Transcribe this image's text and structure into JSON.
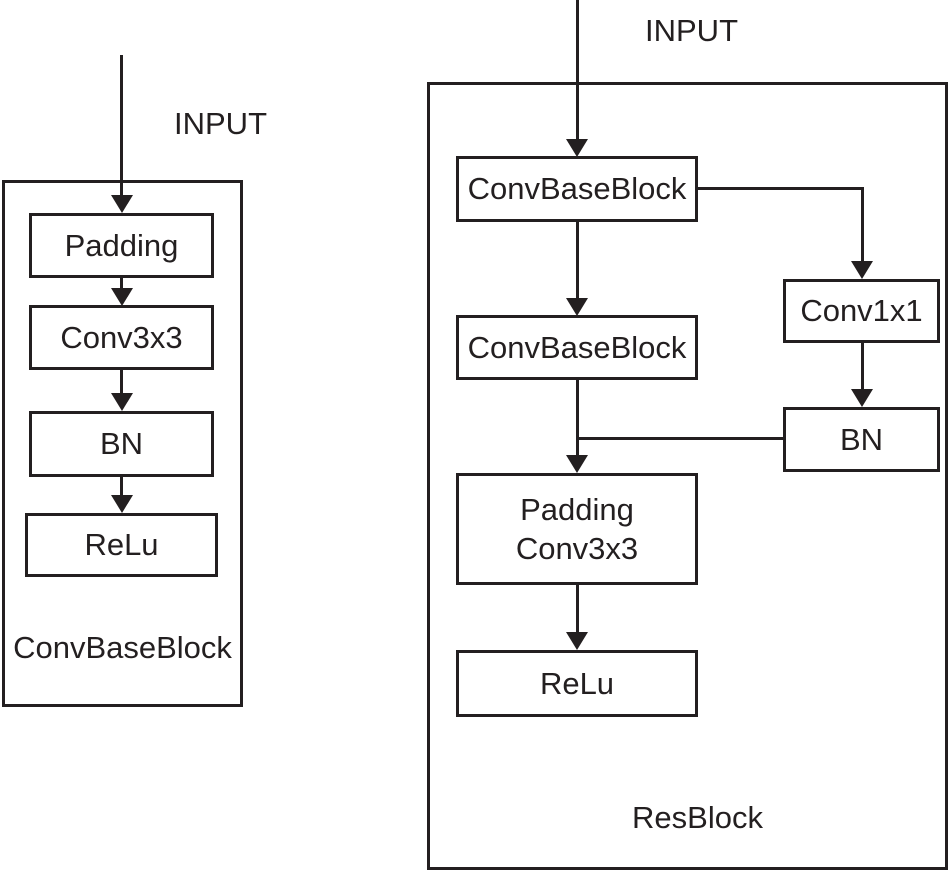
{
  "colors": {
    "ink": "#231f20",
    "background": "#ffffff"
  },
  "left_figure": {
    "input_label": "INPUT",
    "caption": "ConvBaseBlock",
    "blocks": [
      "Padding",
      "Conv3x3",
      "BN",
      "ReLu"
    ],
    "edges": [
      "INPUT -> Padding",
      "Padding -> Conv3x3",
      "Conv3x3 -> BN",
      "BN -> ReLu"
    ]
  },
  "right_figure": {
    "input_label": "INPUT",
    "caption": "ResBlock",
    "blocks": {
      "conv_base_1": "ConvBaseBlock",
      "conv_base_2": "ConvBaseBlock",
      "conv1x1": "Conv1x1",
      "bn": "BN",
      "padding_conv_line1": "Padding",
      "padding_conv_line2": "Conv3x3",
      "relu": "ReLu"
    },
    "edges": [
      "INPUT -> ConvBaseBlock(1)",
      "ConvBaseBlock(1) -> ConvBaseBlock(2)",
      "ConvBaseBlock(1) -> Conv1x1 (skip branch)",
      "Conv1x1 -> BN",
      "BN -> merge into main path",
      "ConvBaseBlock(2) + BN -> Padding Conv3x3",
      "Padding Conv3x3 -> ReLu"
    ]
  }
}
